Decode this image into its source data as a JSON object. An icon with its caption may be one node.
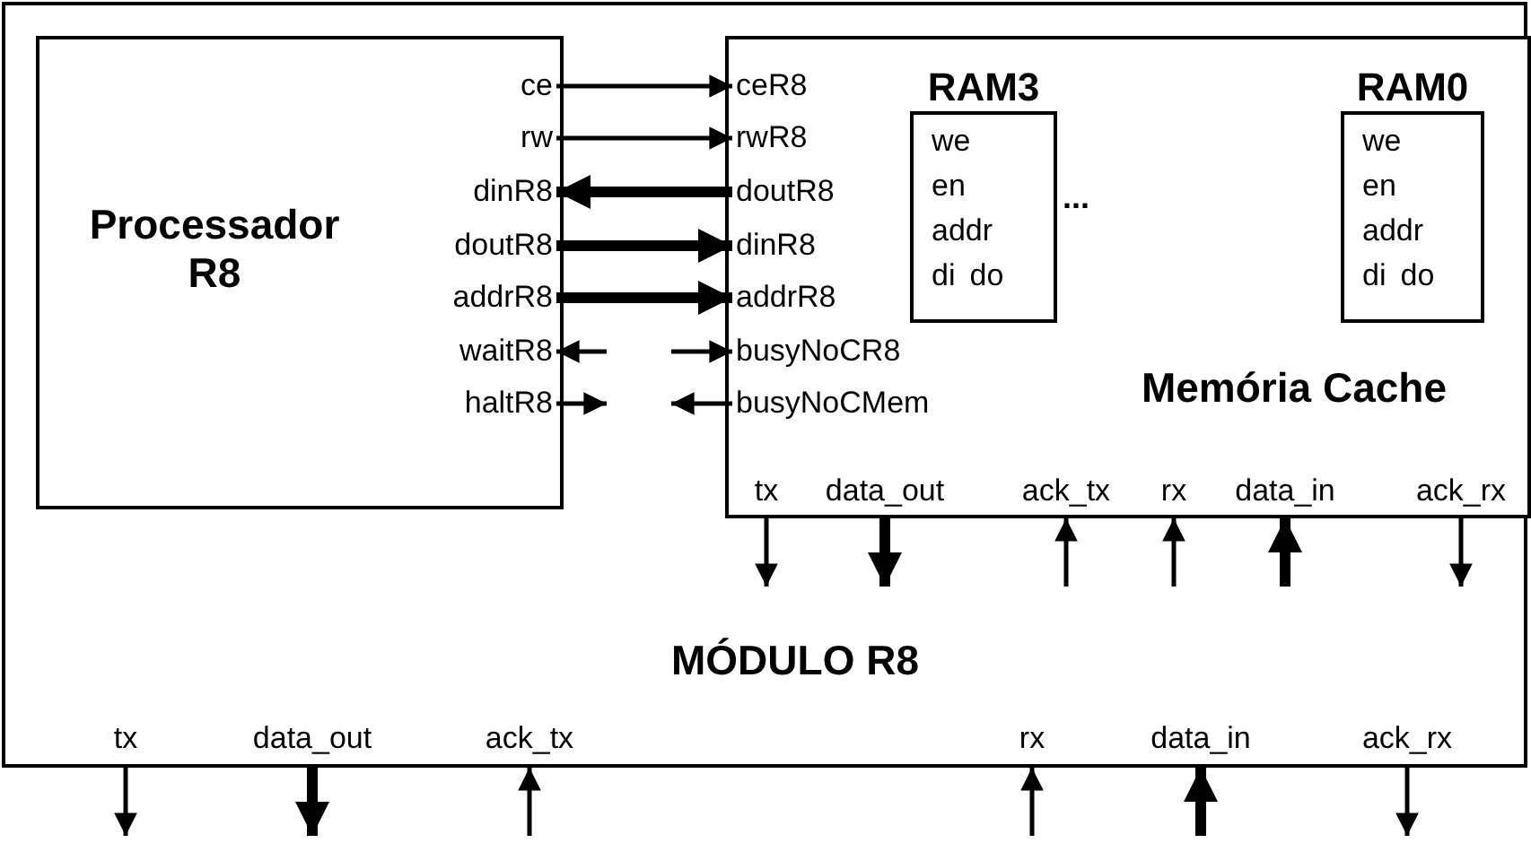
{
  "diagram": {
    "nodes": [
      {
        "text": [
          "MÓDULO R8"
        ]
      },
      {
        "text": [
          "Processador R8"
        ],
        "in": 0
      },
      {
        "text": [
          "ce"
        ],
        "in": 1
      },
      {
        "text": [
          "rw"
        ],
        "in": 1
      },
      {
        "text": [
          "dinR8"
        ],
        "in": 1
      },
      {
        "text": [
          "doutR8"
        ],
        "in": 1
      },
      {
        "text": [
          "addrR8"
        ],
        "in": 1
      },
      {
        "text": [
          "waitR8"
        ],
        "in": 1
      },
      {
        "text": [
          "haltR8"
        ],
        "in": 1
      },
      {
        "text": [
          "Memória Cache"
        ],
        "in": 0
      },
      {
        "text": [
          "ceR8"
        ],
        "in": 9
      },
      {
        "text": [
          "rwR8"
        ],
        "in": 9
      },
      {
        "text": [
          "doutR8"
        ],
        "in": 9
      },
      {
        "text": [
          "dinR8"
        ],
        "in": 9
      },
      {
        "text": [
          "addrR8"
        ],
        "in": 9
      },
      {
        "text": [
          "busyNoCR8"
        ],
        "in": 9
      },
      {
        "text": [
          "busyNoCMem"
        ],
        "in": 9
      },
      {
        "text": [
          "tx"
        ],
        "in": 9
      },
      {
        "text": [
          "data_out"
        ],
        "in": 9
      },
      {
        "text": [
          "ack_tx"
        ],
        "in": 9
      },
      {
        "text": [
          "rx"
        ],
        "in": 9
      },
      {
        "text": [
          "data_in"
        ],
        "in": 9
      },
      {
        "text": [
          "ack_rx"
        ],
        "in": 9
      },
      {
        "text": [
          "RAM3",
          "we",
          "en",
          "addr",
          "di",
          "do"
        ],
        "in": 9
      },
      {
        "text": [
          "RAM0",
          "we",
          "en",
          "addr",
          "di",
          "do"
        ],
        "in": 9
      },
      {
        "text": [
          "tx"
        ],
        "in": 0
      },
      {
        "text": [
          "data_out"
        ],
        "in": 0
      },
      {
        "text": [
          "ack_tx"
        ],
        "in": 0
      },
      {
        "text": [
          "rx"
        ],
        "in": 0
      },
      {
        "text": [
          "data_in"
        ],
        "in": 0
      },
      {
        "text": [
          "ack_rx"
        ],
        "in": 0
      }
    ],
    "edges": [
      {
        "from": 2,
        "to": 10,
        "arrow": "to"
      },
      {
        "from": 3,
        "to": 11,
        "arrow": "to"
      },
      {
        "from": 12,
        "to": 4,
        "arrow": "to",
        "style": "thick"
      },
      {
        "from": 5,
        "to": 13,
        "arrow": "to",
        "style": "thick"
      },
      {
        "from": 6,
        "to": 14,
        "arrow": "to",
        "style": "thick"
      },
      {
        "from": null,
        "to": 7,
        "arrow": "to"
      },
      {
        "from": null,
        "to": 15,
        "arrow": "to"
      },
      {
        "from": 8,
        "to": null,
        "arrow": "to"
      },
      {
        "from": 16,
        "to": null,
        "arrow": "to"
      },
      {
        "from": 17,
        "to": null,
        "arrow": "to"
      },
      {
        "from": 18,
        "to": null,
        "arrow": "to",
        "style": "thick"
      },
      {
        "from": null,
        "to": 19,
        "arrow": "to"
      },
      {
        "from": null,
        "to": 20,
        "arrow": "to"
      },
      {
        "from": null,
        "to": 21,
        "arrow": "to",
        "style": "thick"
      },
      {
        "from": 22,
        "to": null,
        "arrow": "to"
      },
      {
        "from": 25,
        "to": null,
        "arrow": "to"
      },
      {
        "from": 26,
        "to": null,
        "arrow": "to",
        "style": "thick"
      },
      {
        "from": null,
        "to": 27,
        "arrow": "to"
      },
      {
        "from": null,
        "to": 28,
        "arrow": "to"
      },
      {
        "from": null,
        "to": 29,
        "arrow": "to",
        "style": "thick"
      },
      {
        "from": 30,
        "to": null,
        "arrow": "to"
      }
    ],
    "labels": [
      "..."
    ]
  }
}
